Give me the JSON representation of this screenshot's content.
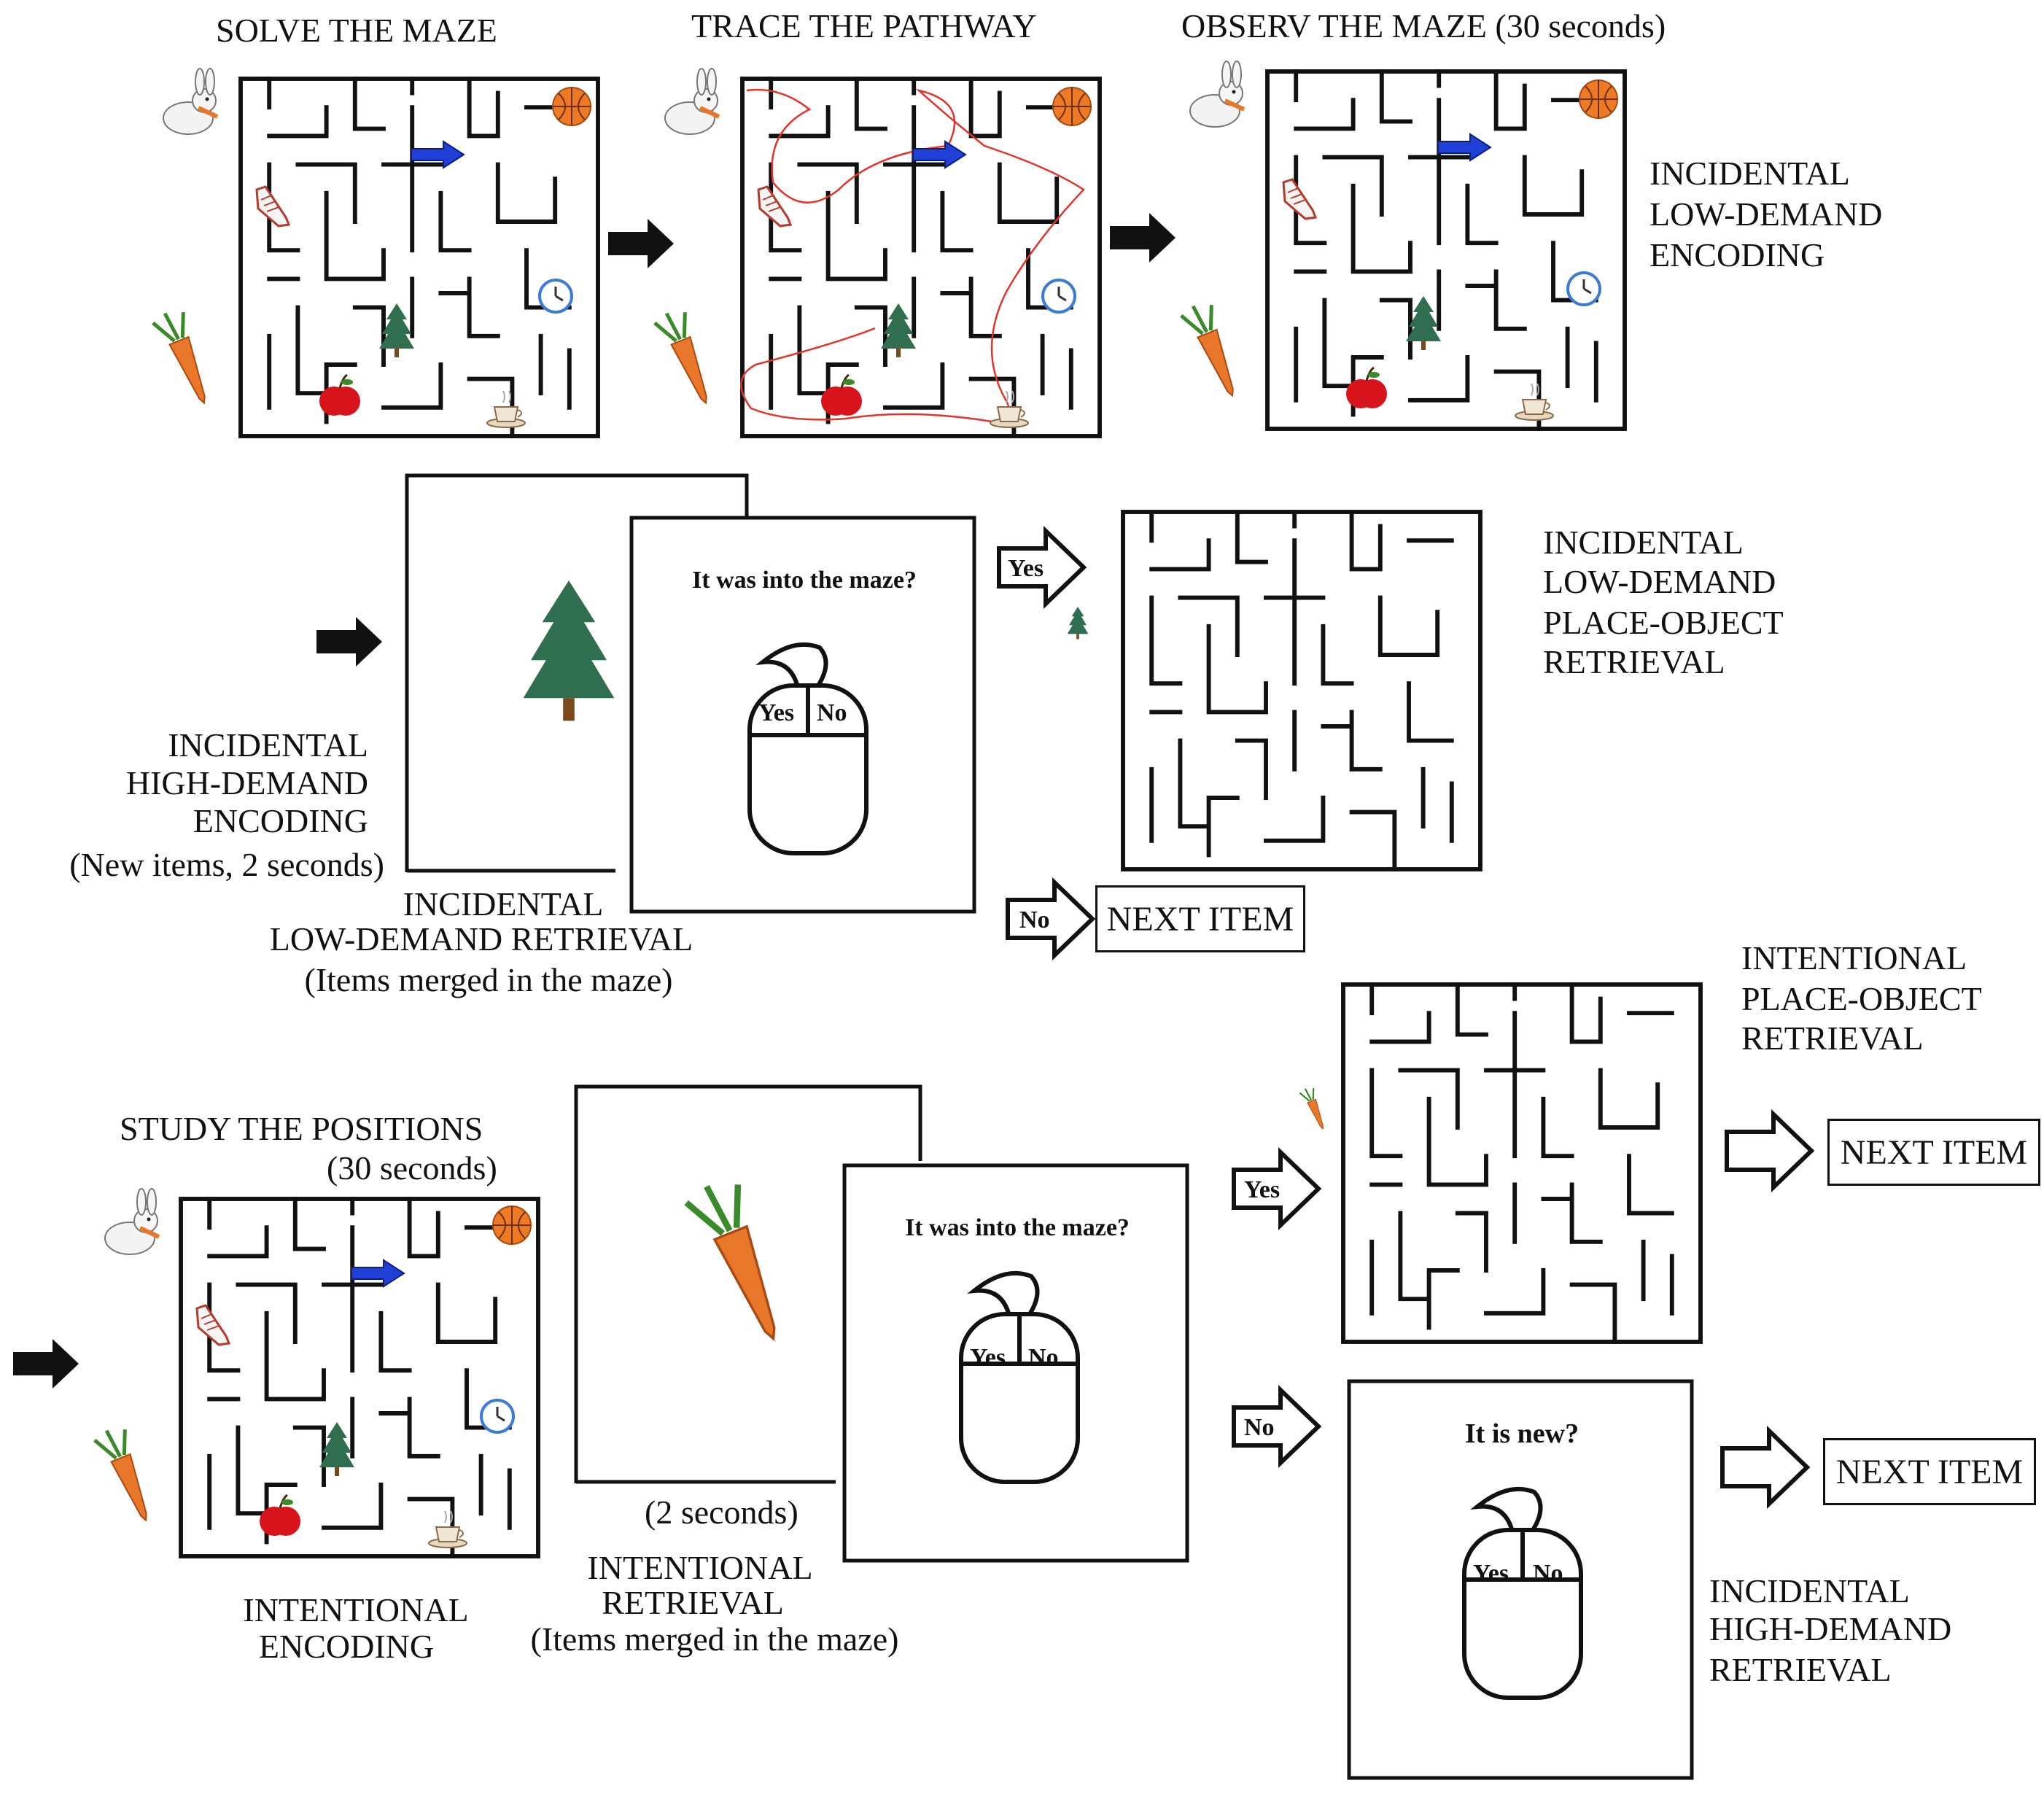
{
  "steps": {
    "solve": "SOLVE THE MAZE",
    "trace": "TRACE THE PATHWAY",
    "observe": "OBSERV THE MAZE (30 seconds)",
    "study_1": "STUDY THE POSITIONS",
    "study_2": "(30 seconds)"
  },
  "conditions": {
    "low_demand_encoding": [
      "INCIDENTAL",
      "LOW-DEMAND",
      "ENCODING"
    ],
    "low_demand_place_object": [
      "INCIDENTAL",
      "LOW-DEMAND",
      "PLACE-OBJECT",
      "RETRIEVAL"
    ],
    "high_demand_encoding": [
      "INCIDENTAL",
      "HIGH-DEMAND",
      "ENCODING",
      "(New items, 2 seconds)"
    ],
    "low_demand_retrieval": [
      "INCIDENTAL",
      "LOW-DEMAND  RETRIEVAL",
      "(Items merged in the maze)"
    ],
    "intentional_place_object": [
      "INTENTIONAL",
      "PLACE-OBJECT",
      "RETRIEVAL"
    ],
    "intentional_encoding": [
      "INTENTIONAL",
      "ENCODING"
    ],
    "intentional_retrieval": [
      "INTENTIONAL",
      "RETRIEVAL",
      "(Items merged in the maze)"
    ],
    "high_demand_retrieval": [
      "INCIDENTAL",
      "HIGH-DEMAND",
      "RETRIEVAL"
    ],
    "two_seconds": "(2 seconds)"
  },
  "questions": {
    "was_in_maze": "It was into the maze?",
    "is_new": "It is new?"
  },
  "mouse": {
    "yes": "Yes",
    "no": "No"
  },
  "arrows": {
    "yes": "Yes",
    "no": "No"
  },
  "next_item": "NEXT ITEM",
  "colors": {
    "ink": "#111111",
    "path": "#e0352b",
    "arrow_blue": "#1f3fd6",
    "tree": "#2f6e4f",
    "carrot": "#e8772a",
    "apple": "#d7141b",
    "ball": "#ee7a23"
  },
  "icons": [
    "rabbit-icon",
    "basketball-icon",
    "blue-arrow-icon",
    "shoe-icon",
    "clock-icon",
    "tree-icon",
    "apple-icon",
    "coffee-cup-icon",
    "carrot-icon",
    "computer-mouse-icon",
    "black-arrow-icon",
    "outline-arrow-icon"
  ]
}
